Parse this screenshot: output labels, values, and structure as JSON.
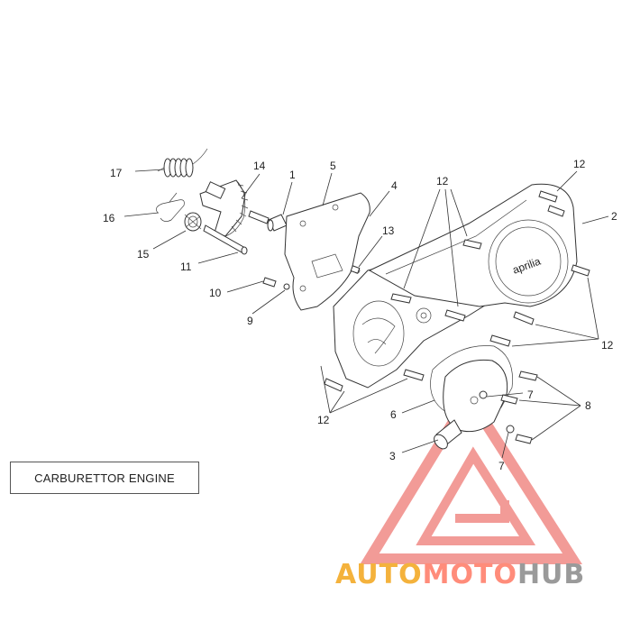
{
  "labels": {
    "engine_type": "CARBURETTOR ENGINE"
  },
  "callouts": {
    "c1": "1",
    "c2": "2",
    "c3": "3",
    "c4": "4",
    "c5": "5",
    "c6": "6",
    "c7a": "7",
    "c7b": "7",
    "c8": "8",
    "c9": "9",
    "c10": "10",
    "c11": "11",
    "c12a": "12",
    "c12b": "12",
    "c12c": "12",
    "c12d": "12",
    "c13": "13",
    "c14": "14",
    "c15": "15",
    "c16": "16",
    "c17": "17"
  },
  "cover_brand": "aprilia",
  "watermark": {
    "part1": "AUTO",
    "part2": "MOTO",
    "part3": "HUB",
    "colors": {
      "part1": "#f4b23c",
      "part2": "#ff8c7a",
      "part3": "#9a9a9a",
      "triangle": "#f08a86"
    }
  }
}
